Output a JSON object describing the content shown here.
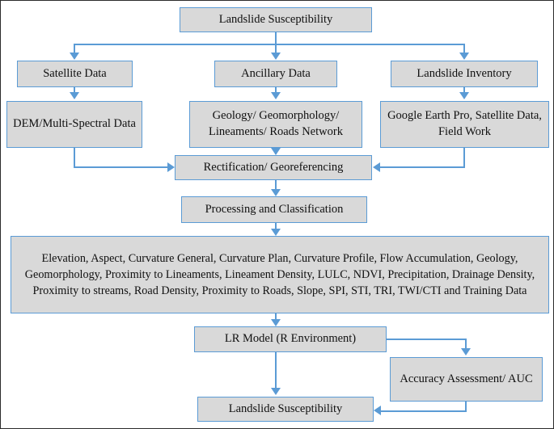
{
  "figure": {
    "title": "Landslide Susceptibility Mapping Methodology Flowchart",
    "colors": {
      "node_fill": "#d9d9d9",
      "node_border": "#5b9bd5",
      "connector": "#5b9bd5",
      "text": "#101010",
      "background": "#ffffff",
      "frame": "#2b2b2b"
    }
  },
  "nodes": {
    "root": "Landslide Susceptibility",
    "satellite_data": "Satellite Data",
    "ancillary_data": "Ancillary Data",
    "landslide_inventory": "Landslide Inventory",
    "dem_multispectral": "DEM/Multi-Spectral Data",
    "geology_geomorphology": "Geology/ Geomorphology/ Lineaments/ Roads Network",
    "google_earth": "Google Earth Pro, Satellite Data, Field Work",
    "rectification": "Rectification/ Georeferencing",
    "processing": "Processing and Classification",
    "factors": "Elevation, Aspect, Curvature General, Curvature Plan, Curvature Profile, Flow Accumulation, Geology, Geomorphology, Proximity to Lineaments, Lineament Density, LULC, NDVI, Precipitation, Drainage Density, Proximity to streams, Road Density, Proximity to Roads, Slope, SPI, STI, TRI, TWI/CTI and Training Data",
    "lr_model": "LR Model (R Environment)",
    "accuracy": "Accuracy Assessment/ AUC",
    "output": "Landslide Susceptibility"
  }
}
